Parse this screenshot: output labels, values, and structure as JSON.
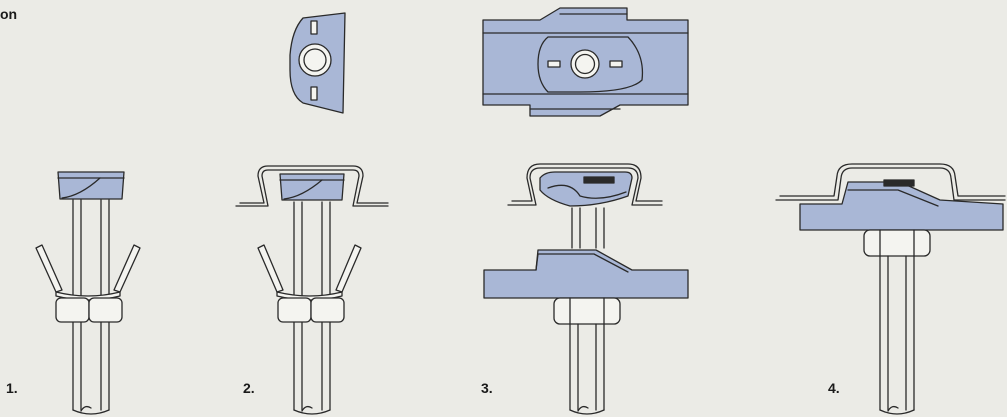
{
  "header": {
    "partial_title": "on"
  },
  "steps": [
    {
      "label": "1."
    },
    {
      "label": "2."
    },
    {
      "label": "3."
    },
    {
      "label": "4."
    }
  ],
  "colors": {
    "background": "#EBEBE6",
    "metal_fill": "#A9B7D6",
    "outline": "#2A2A2A",
    "light_fill": "#F4F4F0"
  }
}
